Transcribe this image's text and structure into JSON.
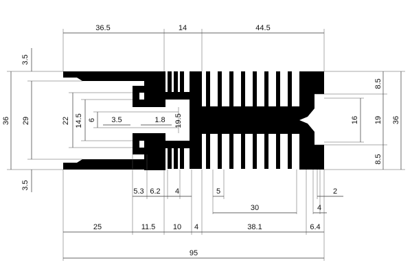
{
  "drawing": {
    "top_dims": [
      "36.5",
      "14",
      "44.5"
    ],
    "left_dims": [
      "3.5",
      "36",
      "29",
      "3.5"
    ],
    "inner_left_dims": [
      "22",
      "14.5",
      "6",
      "3.5",
      "1.8",
      "19.5"
    ],
    "right_dims": [
      "8.5",
      "16",
      "19",
      "36",
      "8.5"
    ],
    "bottom_row1": [
      "5.3",
      "6.2",
      "4",
      "5",
      "2"
    ],
    "bottom_row2": [
      "30",
      "4"
    ],
    "bottom_row3": [
      "25",
      "11.5",
      "10",
      "4",
      "38.1",
      "6.4"
    ],
    "overall_width": "95"
  }
}
